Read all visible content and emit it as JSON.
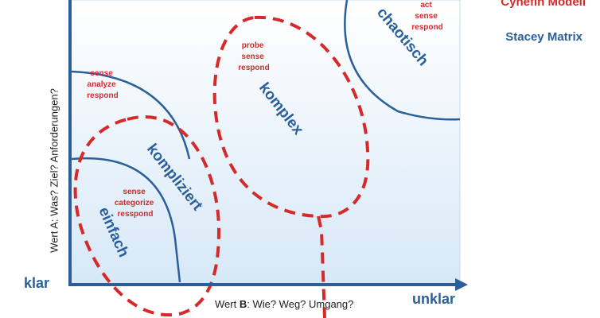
{
  "legend": {
    "cynefin": "Cynefin Modell",
    "stacey": "Stacey Matrix"
  },
  "axes": {
    "y_label": "Wert A: Was? Ziel? Anforderungen?",
    "x_label_prefix": "Wert ",
    "x_label_bold": "B",
    "x_label_rest": ": Wie? Weg? Umgang?",
    "low_end": "klar",
    "high_end": "unklar"
  },
  "domains": {
    "einfach": {
      "name": "einfach",
      "practice": [
        "sense",
        "categorize",
        "resspond"
      ]
    },
    "kompliziert": {
      "name": "kompliziert",
      "practice": [
        "sense",
        "analyze",
        "respond"
      ]
    },
    "komplex": {
      "name": "komplex",
      "practice": [
        "probe",
        "sense",
        "respond"
      ]
    },
    "chaotisch": {
      "name": "chaotisch",
      "practice": [
        "act",
        "sense",
        "respond"
      ]
    }
  },
  "colors": {
    "stacey_blue": "#2a5f9a",
    "cynefin_red": "#d42a2a",
    "background_top": "#ffffff",
    "background_bottom": "#d7e8f7"
  }
}
